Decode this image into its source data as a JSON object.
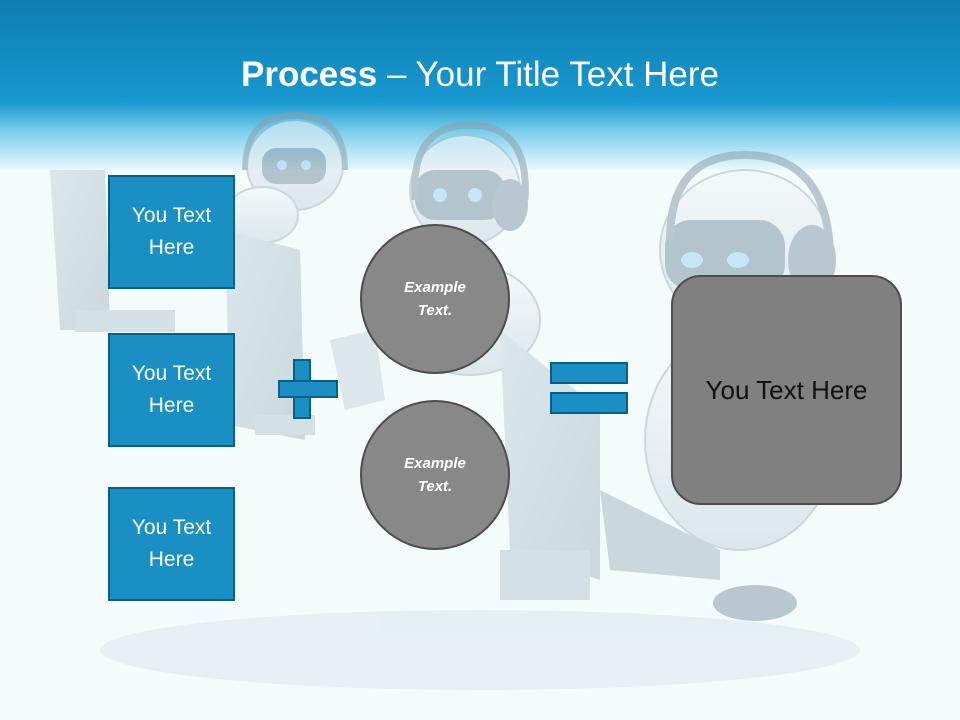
{
  "slide": {
    "title_bold": "Process",
    "title_dash": " – ",
    "title_rest": "Your Title Text Here",
    "left_boxes": [
      {
        "text": "You Text Here"
      },
      {
        "text": "You Text Here"
      },
      {
        "text": "You Text Here"
      }
    ],
    "circles": [
      {
        "text": "Example Text."
      },
      {
        "text": "Example Text."
      }
    ],
    "result_text": "You Text Here",
    "operators": {
      "plus": "plus-icon",
      "equals": "equals-icon"
    },
    "colors": {
      "header_blue": "#1798cf",
      "box_blue": "#1a8fc4",
      "box_border": "#0b5f87",
      "circle_gray": "#888888",
      "result_gray": "#808080"
    }
  }
}
